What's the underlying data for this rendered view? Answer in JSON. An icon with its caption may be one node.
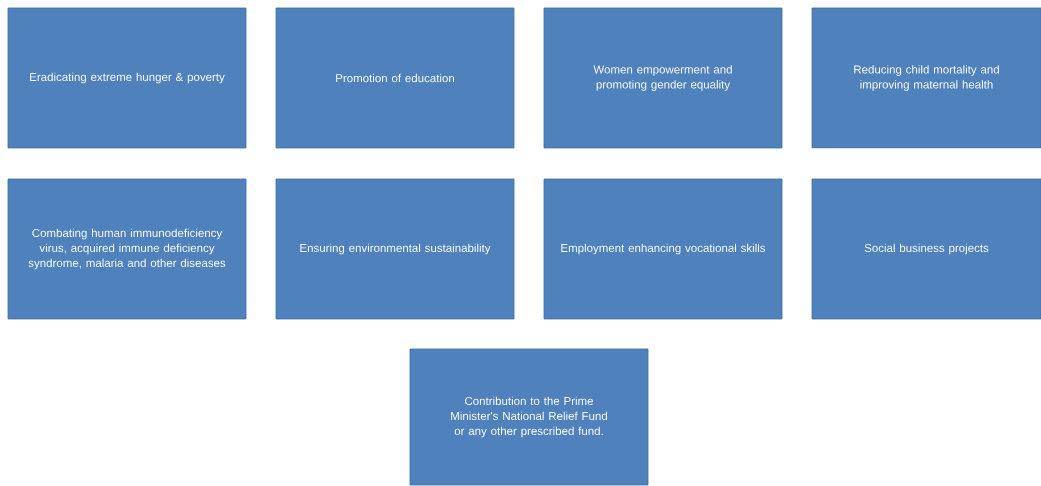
{
  "diagram": {
    "nodes": [
      {
        "text": [
          "Eradicating extreme hunger & poverty"
        ]
      },
      {
        "text": [
          "Promotion of education"
        ]
      },
      {
        "text": [
          "Women empowerment and promoting gender equality"
        ]
      },
      {
        "text": [
          "Reducing child mortality and improving maternal health"
        ]
      },
      {
        "text": [
          "Combating human immunodeficiency virus, acquired immune deficiency syndrome, malaria and other diseases"
        ]
      },
      {
        "text": [
          "Ensuring environmental sustainability"
        ]
      },
      {
        "text": [
          "Employment enhancing vocational skills"
        ]
      },
      {
        "text": [
          "Social business projects"
        ]
      },
      {
        "text": [
          "Contribution to the Prime Minister's National Relief Fund or any other prescribed fund."
        ]
      }
    ]
  }
}
